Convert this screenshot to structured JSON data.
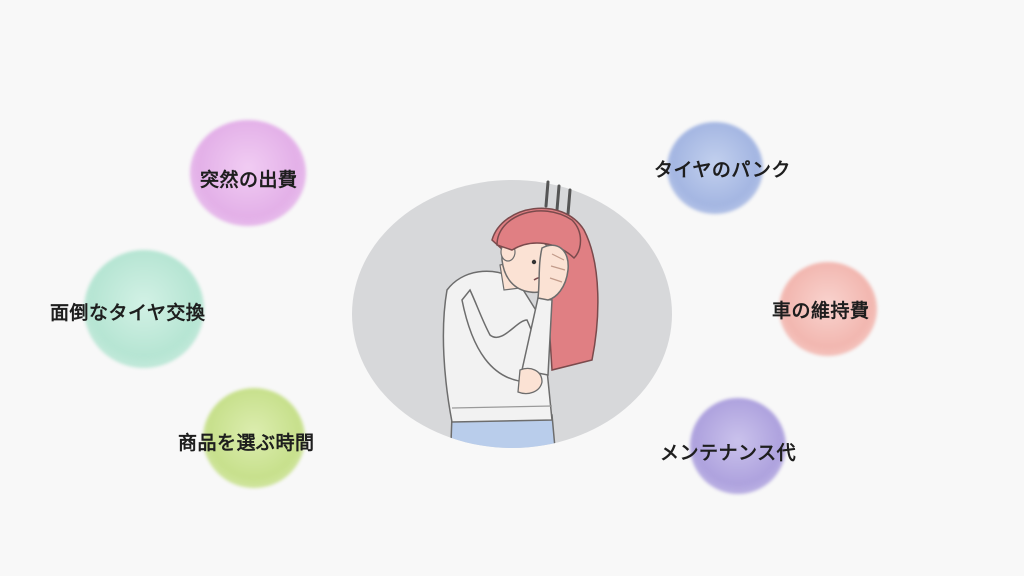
{
  "left_items": [
    {
      "label": "突然の出費",
      "color": "#e8b9ec"
    },
    {
      "label": "面倒なタイヤ交換",
      "color": "#bfe8d9"
    },
    {
      "label": "商品を選ぶ時間",
      "color": "#cfe59a"
    }
  ],
  "right_items": [
    {
      "label": "タイヤのパンク",
      "color": "#aebfe6"
    },
    {
      "label": "車の維持費",
      "color": "#f6c2bc"
    },
    {
      "label": "メンテナンス代",
      "color": "#b8aee3"
    }
  ],
  "illustration": {
    "icon": "troubled-woman-icon",
    "hair_color": "#e07f83",
    "skin_color": "#fbe2d4",
    "sweater_color": "#f2f2f2",
    "pants_color": "#b9cdeb",
    "oval_color": "#d7d8da"
  }
}
